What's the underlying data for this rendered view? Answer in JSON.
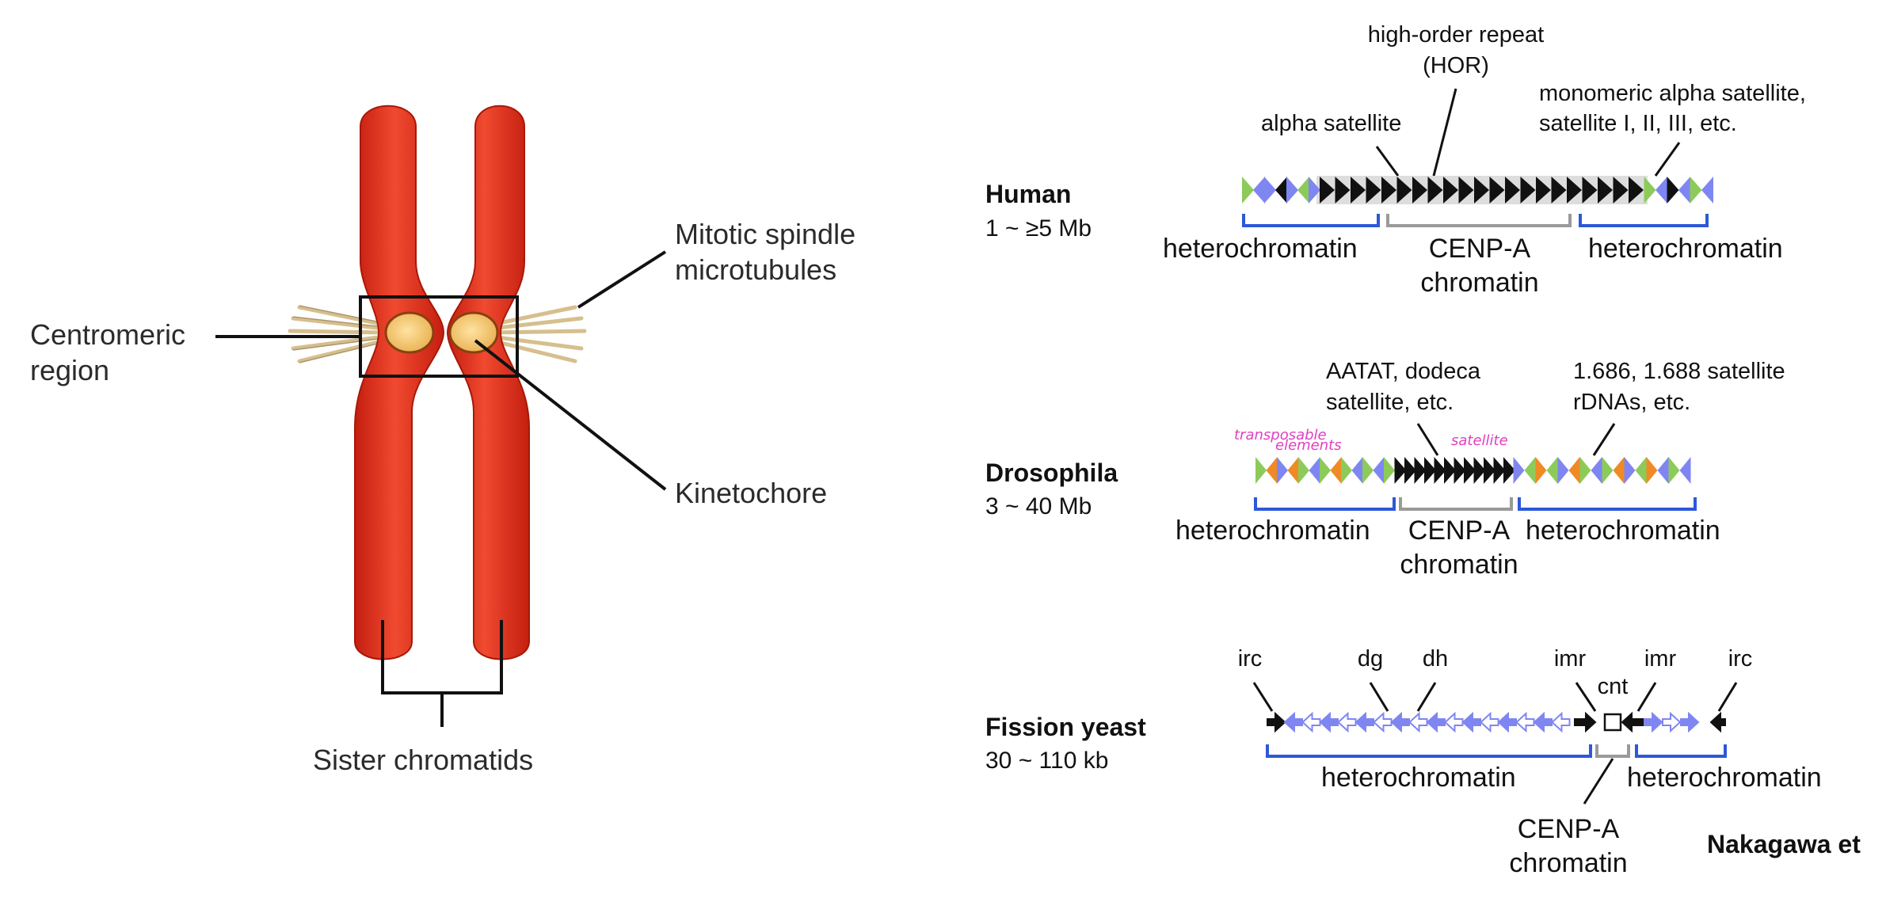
{
  "left_panel": {
    "labels": {
      "centromeric_line1": "Centromeric",
      "centromeric_line2": "region",
      "spindle_line1": "Mitotic spindle",
      "spindle_line2": "microtubules",
      "kinetochore": "Kinetochore",
      "sister": "Sister chromatids"
    },
    "colors": {
      "chromatid": "#e03020",
      "kinetochore": "#f5c870",
      "microtubule": "#d8c090"
    }
  },
  "right_panel": {
    "human": {
      "name": "Human",
      "size": "1 ~ ≥5 Mb",
      "hor_line1": "high-order repeat",
      "hor_line2": "(HOR)",
      "alpha": "alpha satellite",
      "mono_line1": "monomeric alpha satellite,",
      "mono_line2": "satellite I, II, III, etc.",
      "hetero_left": "heterochromatin",
      "hetero_right": "heterochromatin",
      "cenpa_line1": "CENP-A",
      "cenpa_line2": "chromatin",
      "left_pattern": [
        "green",
        "blue",
        "blue",
        "black",
        "blue",
        "green",
        "blue"
      ],
      "core_count": 21,
      "right_pattern": [
        "green",
        "blue",
        "black",
        "blue",
        "green",
        "blue"
      ]
    },
    "drosophila": {
      "name": "Drosophila",
      "size": "3 ~ 40 Mb",
      "aatat_line1": "AATAT, dodeca",
      "aatat_line2": "satellite, etc.",
      "sat_line1": "1.686, 1.688 satellite",
      "sat_line2": "rDNAs, etc.",
      "hand_te_line1": "transposable",
      "hand_te_line2": "elements",
      "hand_sat": "satellite",
      "hetero_left": "heterochromatin",
      "hetero_right": "heterochromatin",
      "cenpa_line1": "CENP-A",
      "cenpa_line2": "chromatin",
      "left_pattern": [
        "green",
        "orange",
        "blue",
        "orange",
        "green",
        "blue",
        "green",
        "orange",
        "green",
        "blue",
        "green",
        "blue",
        "green"
      ],
      "core_count": 12,
      "right_pattern": [
        "blue",
        "green",
        "orange",
        "green",
        "blue",
        "orange",
        "green",
        "blue",
        "green",
        "orange",
        "blue",
        "green",
        "orange",
        "blue",
        "green",
        "blue"
      ]
    },
    "fission": {
      "name": "Fission yeast",
      "size": "30 ~ 110 kb",
      "irc_left": "irc",
      "dg": "dg",
      "dh": "dh",
      "imr_left": "imr",
      "cnt": "cnt",
      "imr_right": "imr",
      "irc_right": "irc",
      "hetero_left": "heterochromatin",
      "hetero_right": "heterochromatin",
      "cenpa_line1": "CENP-A",
      "cenpa_line2": "chromatin",
      "left_repeat_count": 16,
      "right_repeat_count": 3
    },
    "colors": {
      "green": "#8ccb5a",
      "blue": "#7f86f2",
      "orange": "#f08a25",
      "black": "#111111",
      "blue_bracket": "#2d58d8",
      "gray_bracket": "#9a9a9a"
    }
  },
  "citation": "Nakagawa et"
}
